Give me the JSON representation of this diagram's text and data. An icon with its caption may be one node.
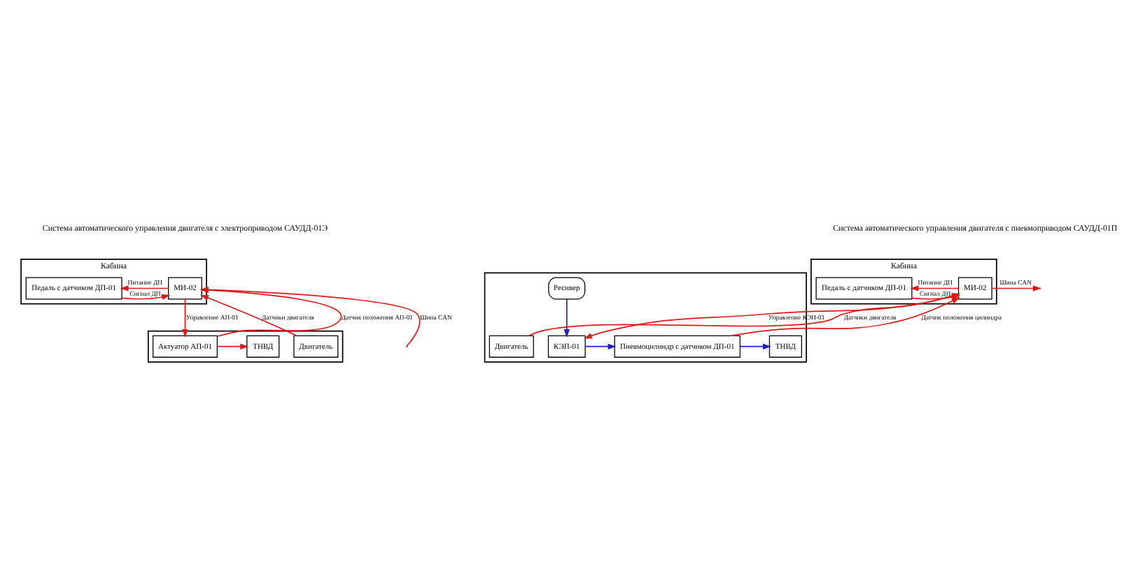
{
  "diagram": {
    "nodes": [
      {
        "text": [
          "Кабина"
        ]
      },
      {
        "text": [
          "МИ-02"
        ],
        "in": 0
      },
      {
        "text": [
          "Педаль с датчиком ДП-01"
        ],
        "in": 0
      },
      {
        "text": [],
        "shape": "box"
      },
      {
        "text": [
          "Двигатель"
        ],
        "in": 3
      },
      {
        "text": [
          "ТНВД"
        ],
        "in": 3
      },
      {
        "text": [
          "Актуатор АП-01"
        ],
        "in": 3
      },
      {
        "text": [
          "Кабина"
        ]
      },
      {
        "text": [
          "МИ-02"
        ],
        "in": 7
      },
      {
        "text": [
          "Педаль с датчиком ДП-01"
        ],
        "in": 7
      },
      {
        "text": [],
        "shape": "box"
      },
      {
        "text": [
          "Ресивер"
        ],
        "in": 10
      },
      {
        "text": [
          "Двигатель"
        ],
        "in": 10
      },
      {
        "text": [
          "ТНВД"
        ],
        "in": 10
      },
      {
        "text": [
          "Пневмоцилиндр с датчиком ДП-01"
        ],
        "in": 10
      },
      {
        "text": [
          "КЭП-01"
        ],
        "in": 10
      }
    ],
    "edges": [
      {
        "from": 1,
        "to": 2,
        "arrow": "to",
        "label": "Питание ДП"
      },
      {
        "from": 2,
        "to": 1,
        "arrow": "to",
        "label": "Сигнал ДП"
      },
      {
        "from": 4,
        "to": 1,
        "arrow": "to",
        "label": "Датчики двигателя"
      },
      {
        "from": 6,
        "to": 1,
        "arrow": "to",
        "label": "Датчик положения АП-01"
      },
      {
        "from": 1,
        "to": 6,
        "arrow": "to",
        "label": "Управление АП-01"
      },
      {
        "from": null,
        "to": 1,
        "arrow": "to",
        "label": "Шина CAN"
      },
      {
        "from": 6,
        "to": 5,
        "arrow": "to"
      },
      {
        "from": 8,
        "to": 9,
        "arrow": "to",
        "label": "Питание ДП"
      },
      {
        "from": 9,
        "to": 8,
        "arrow": "to",
        "label": "Сигнал ДП"
      },
      {
        "from": 12,
        "to": 8,
        "arrow": "to",
        "label": "Датчики двигателя"
      },
      {
        "from": 14,
        "to": 8,
        "arrow": "to",
        "label": "Датчик положения цилиндра"
      },
      {
        "from": 8,
        "to": 15,
        "arrow": "to",
        "label": "Управление КЭП-01"
      },
      {
        "from": 8,
        "to": null,
        "arrow": "to",
        "label": "Шина CAN"
      },
      {
        "from": 11,
        "to": 15,
        "arrow": "to",
        "color": "#1f1fc8"
      },
      {
        "from": 15,
        "to": 14,
        "arrow": "to",
        "color": "#1f1fc8"
      },
      {
        "from": 14,
        "to": 13,
        "arrow": "to",
        "color": "#1f1fc8"
      }
    ],
    "labels": [
      "Система автоматического управления двигателя с электроприводом САУДД-01Э",
      "Система автоматического управления двигателя с пневмоприводом САУДД-01П"
    ]
  }
}
